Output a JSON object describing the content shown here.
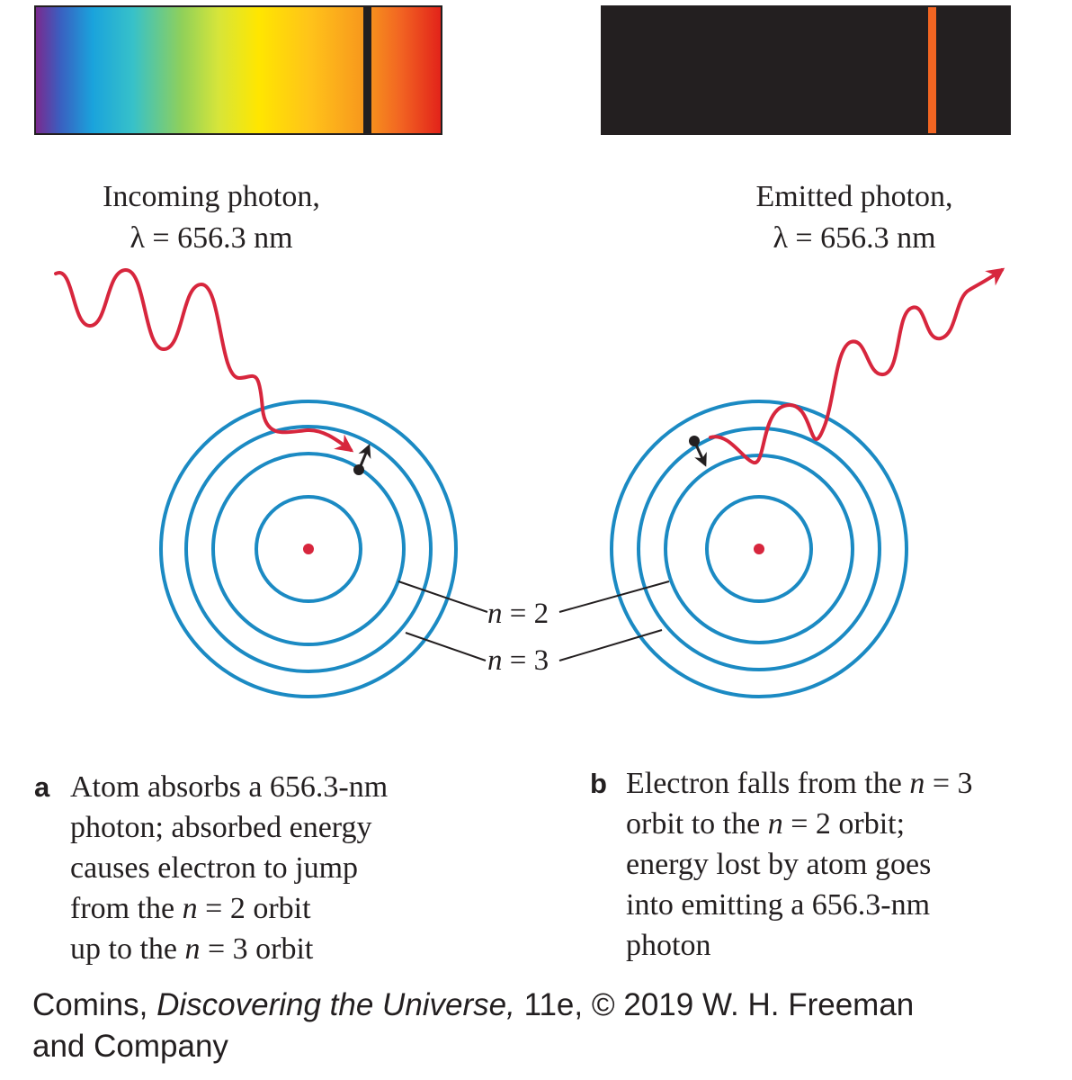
{
  "spectra": {
    "absorption": {
      "line_color": "#231f20"
    },
    "emission": {
      "background": "#231f20",
      "line_color": "#f26522"
    }
  },
  "labels": {
    "incoming": {
      "line1": "Incoming photon,",
      "line2": "λ = 656.3 nm"
    },
    "emitted": {
      "line1": "Emitted photon,",
      "line2": "λ = 656.3 nm"
    }
  },
  "orbit_labels": {
    "n2": {
      "n": "n",
      "rest": " = 2"
    },
    "n3": {
      "n": "n",
      "rest": " = 3"
    }
  },
  "colors": {
    "orbit": "#1b8ac3",
    "photon": "#d7263d",
    "nucleus": "#d7263d",
    "electron": "#231f20"
  },
  "caption_a": {
    "letter": "a",
    "l1": "Atom absorbs a 656.3-nm",
    "l2": "photon; absorbed energy",
    "l3": "causes electron to jump",
    "l4_pre": "from the ",
    "l4_n": "n",
    "l4_post": " = 2 orbit",
    "l5_pre": "up to the ",
    "l5_n": "n",
    "l5_post": " = 3 orbit"
  },
  "caption_b": {
    "letter": "b",
    "l1_pre": "Electron falls from the ",
    "l1_n": "n",
    "l1_post": " = 3",
    "l2_pre": "orbit to the ",
    "l2_n": "n",
    "l2_post": " = 2 orbit;",
    "l3": "energy lost by atom goes",
    "l4": "into emitting a 656.3-nm",
    "l5": "photon"
  },
  "credit": {
    "pre": "Comins, ",
    "title": "Discovering the Universe,",
    "post": " 11e, © 2019 W. H. Freeman",
    "line2": "and Company"
  }
}
